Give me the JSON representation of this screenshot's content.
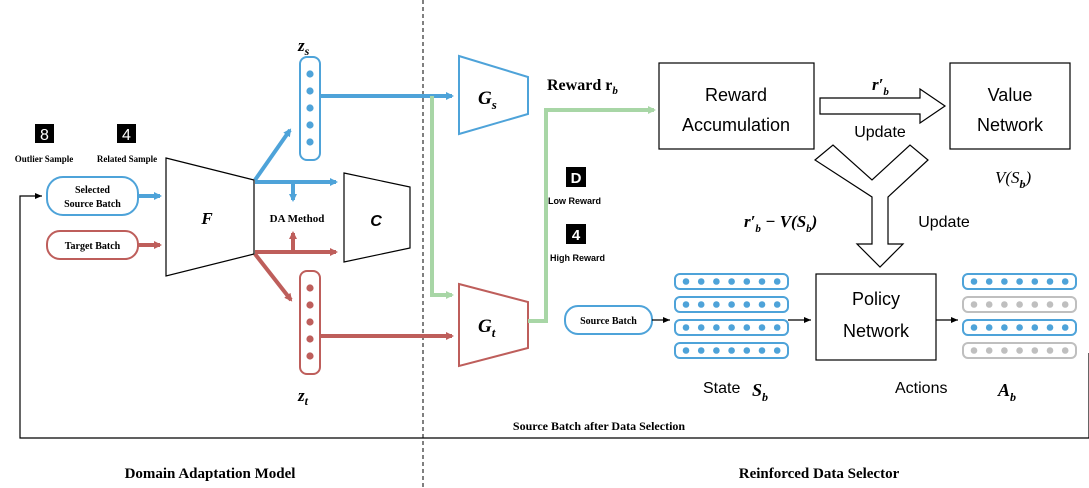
{
  "sections": {
    "left_caption": "Domain Adaptation Model",
    "right_caption": "Reinforced Data Selector"
  },
  "samples": {
    "outlier_label": "Outlier Sample",
    "related_label": "Related Sample",
    "low_reward_label": "Low Reward",
    "high_reward_label": "High Reward"
  },
  "batches": {
    "selected_source_line1": "Selected",
    "selected_source_line2": "Source Batch",
    "target": "Target Batch",
    "source": "Source Batch"
  },
  "model": {
    "feature_extractor": "F",
    "classifier": "C",
    "da_method": "DA Method",
    "z_s": "z",
    "z_s_sub": "s",
    "z_t": "z",
    "z_t_sub": "t",
    "g_s": "G",
    "g_s_sub": "s",
    "g_t": "G",
    "g_t_sub": "t"
  },
  "rl": {
    "reward_label": "Reward r",
    "reward_sub": "b",
    "reward_accum_line1": "Reward",
    "reward_accum_line2": "Accumulation",
    "value_net_line1": "Value",
    "value_net_line2": "Network",
    "r_prime": "r′",
    "r_prime_sub": "b",
    "update_top": "Update",
    "v_s_label": "V(S",
    "v_s_sub": "b",
    "v_s_close": ")",
    "advantage_r": "r′",
    "advantage_r_sub": "b",
    "advantage_rest": " − V(S",
    "advantage_sub": "b",
    "advantage_close": ")",
    "update_side": "Update",
    "policy_line1": "Policy",
    "policy_line2": "Network",
    "state_label": "State",
    "state_var": "S",
    "state_sub": "b",
    "actions_label": "Actions",
    "actions_var": "A",
    "actions_sub": "b",
    "after_selection": "Source Batch after Data Selection"
  },
  "colors": {
    "blue": "#4EA3D9",
    "red": "#BE5E5B",
    "green": "#A8D6A6",
    "gray": "#BFBFBF",
    "black": "#000000"
  }
}
